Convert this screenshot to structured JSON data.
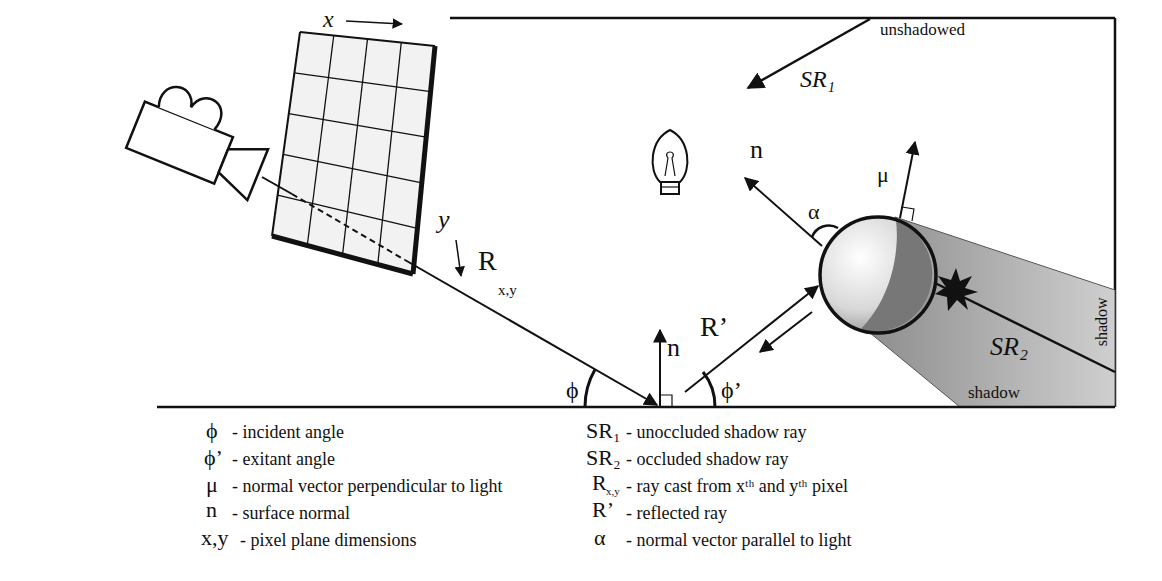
{
  "diagram": {
    "labels": [
      "x",
      "y",
      "R",
      "x,y",
      "n",
      "R’",
      "ϕ",
      "ϕ’",
      "n",
      "α",
      "μ",
      "SR₁",
      "unshadowed",
      "SR₂",
      "shadow",
      "shadow",
      "ϕ",
      "- incident angle",
      "ϕ’",
      "- exitant angle",
      "μ",
      "- normal vector perpendicular to light",
      "n",
      "- surface normal",
      "x,y",
      "- pixel plane dimensions",
      "SR₁",
      "- unoccluded shadow ray",
      "SR₂",
      "- occluded shadow ray",
      "R",
      "x,y",
      "- ray cast from xᵗʰ and yᵗʰ pixel",
      "R’",
      "- reflected ray",
      "α",
      "- normal vector parallel to light"
    ]
  }
}
